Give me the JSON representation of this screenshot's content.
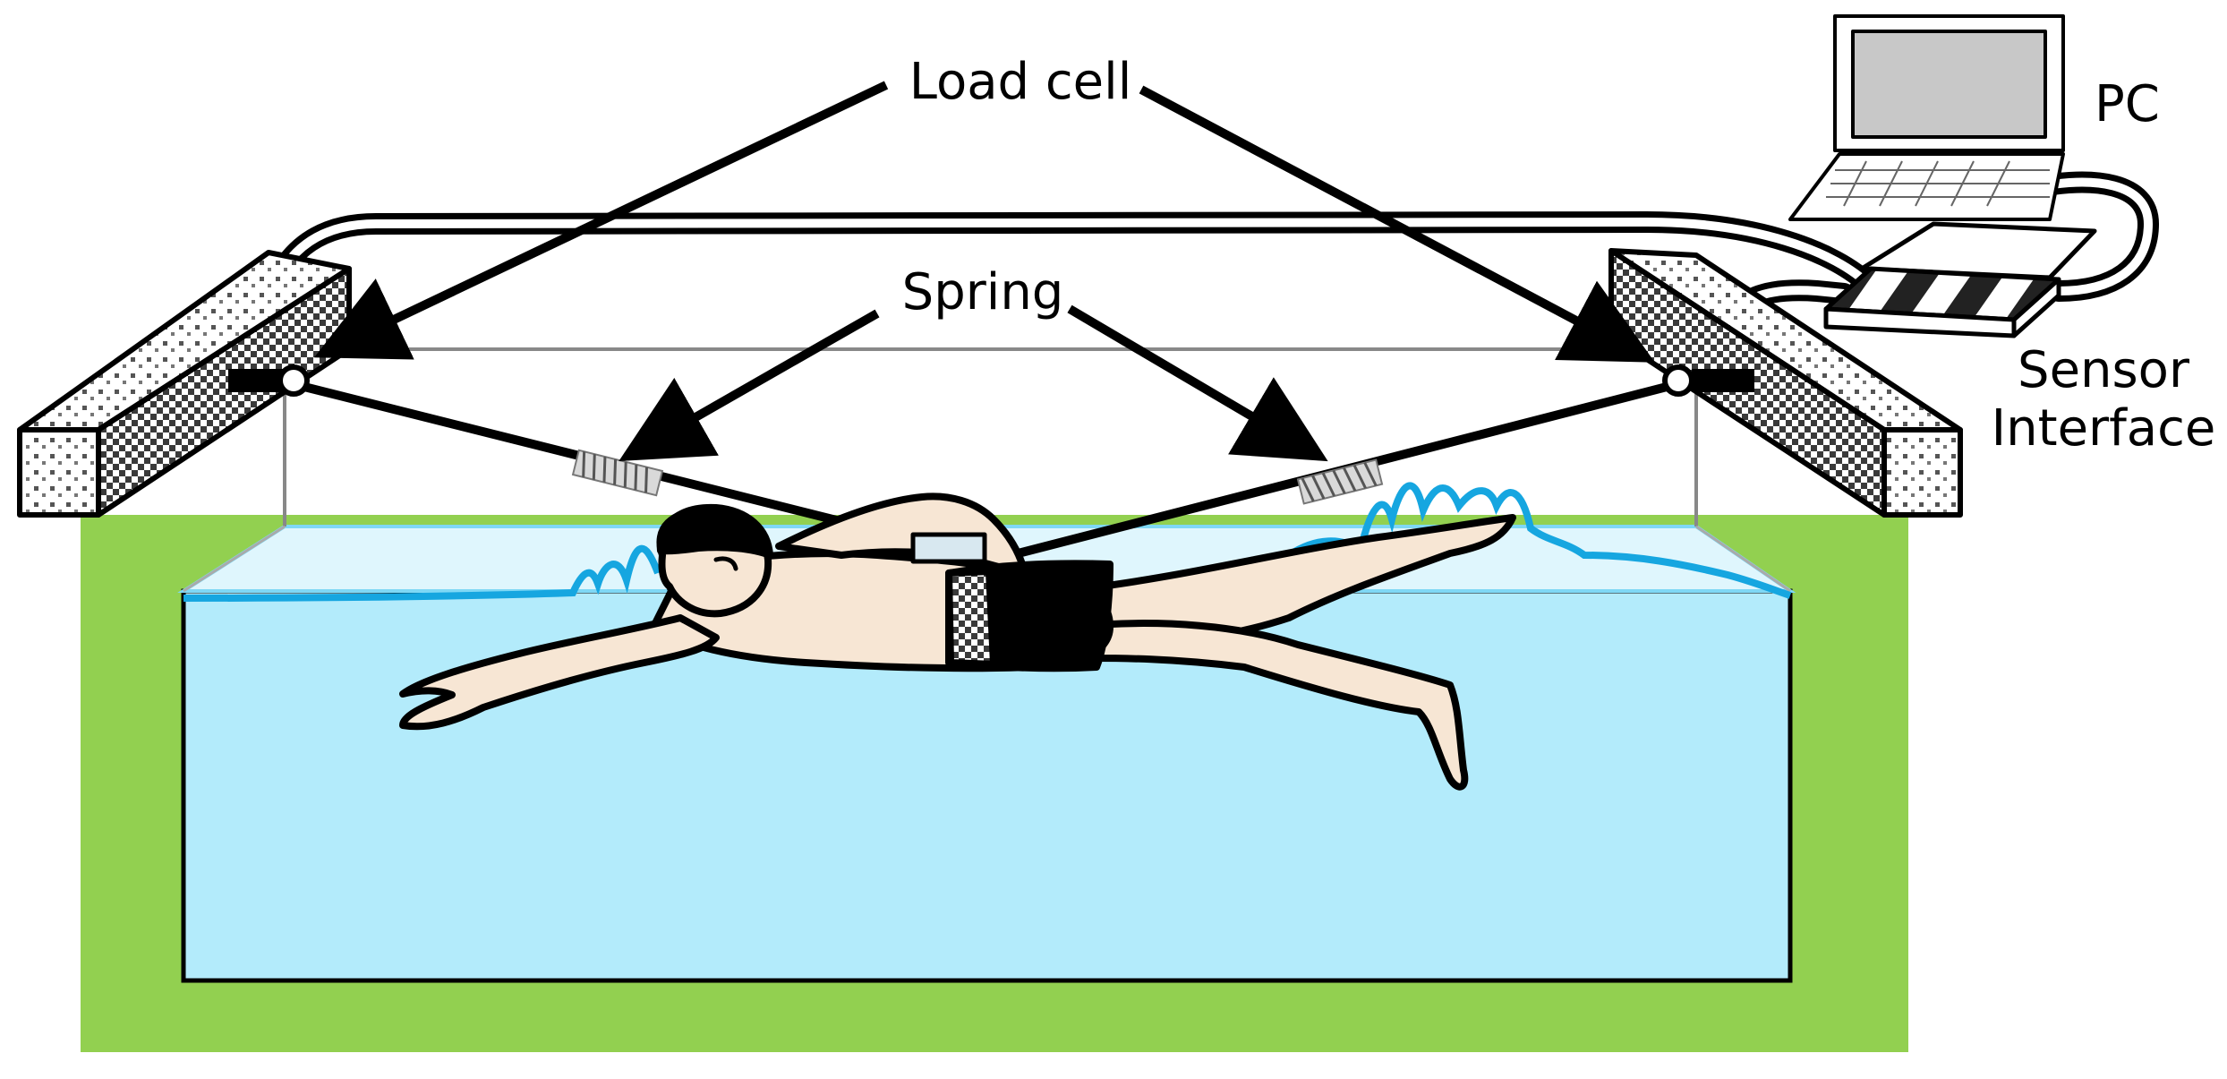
{
  "labels": {
    "load_cell": "Load cell",
    "spring": "Spring",
    "pc": "PC",
    "sensor_line1": "Sensor",
    "sensor_line2": "Interface"
  },
  "colors": {
    "pool_wall": "#92d050",
    "water": "#b3ebfb",
    "water_surface": "#7fd8f5",
    "wave": "#16a6e0",
    "skin": "#f7e6d4",
    "laptop_screen": "#c8c8c8",
    "outline": "#000000"
  }
}
